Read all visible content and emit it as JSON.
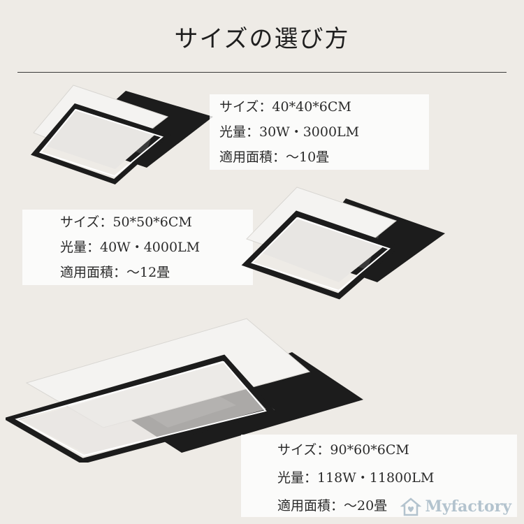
{
  "page": {
    "title": "サイズの選び方"
  },
  "products": [
    {
      "size": "サイズ：40*40*6CM",
      "light": "光量：30W・3000LM",
      "area": "適用面積：～10畳"
    },
    {
      "size": "サイズ：50*50*6CM",
      "light": "光量：40W・4000LM",
      "area": "適用面積：～12畳"
    },
    {
      "size": "サイズ：90*60*6CM",
      "light": "光量：118W・11800LM",
      "area": "適用面積：～20畳"
    }
  ],
  "watermark": {
    "text": "Myfactory",
    "icon": "house-heart-icon",
    "color": "#8aa6b8"
  },
  "colors": {
    "background": "#eeebe6",
    "panel_white": "#f4f3f1",
    "frame_black": "#1c1c1c"
  }
}
